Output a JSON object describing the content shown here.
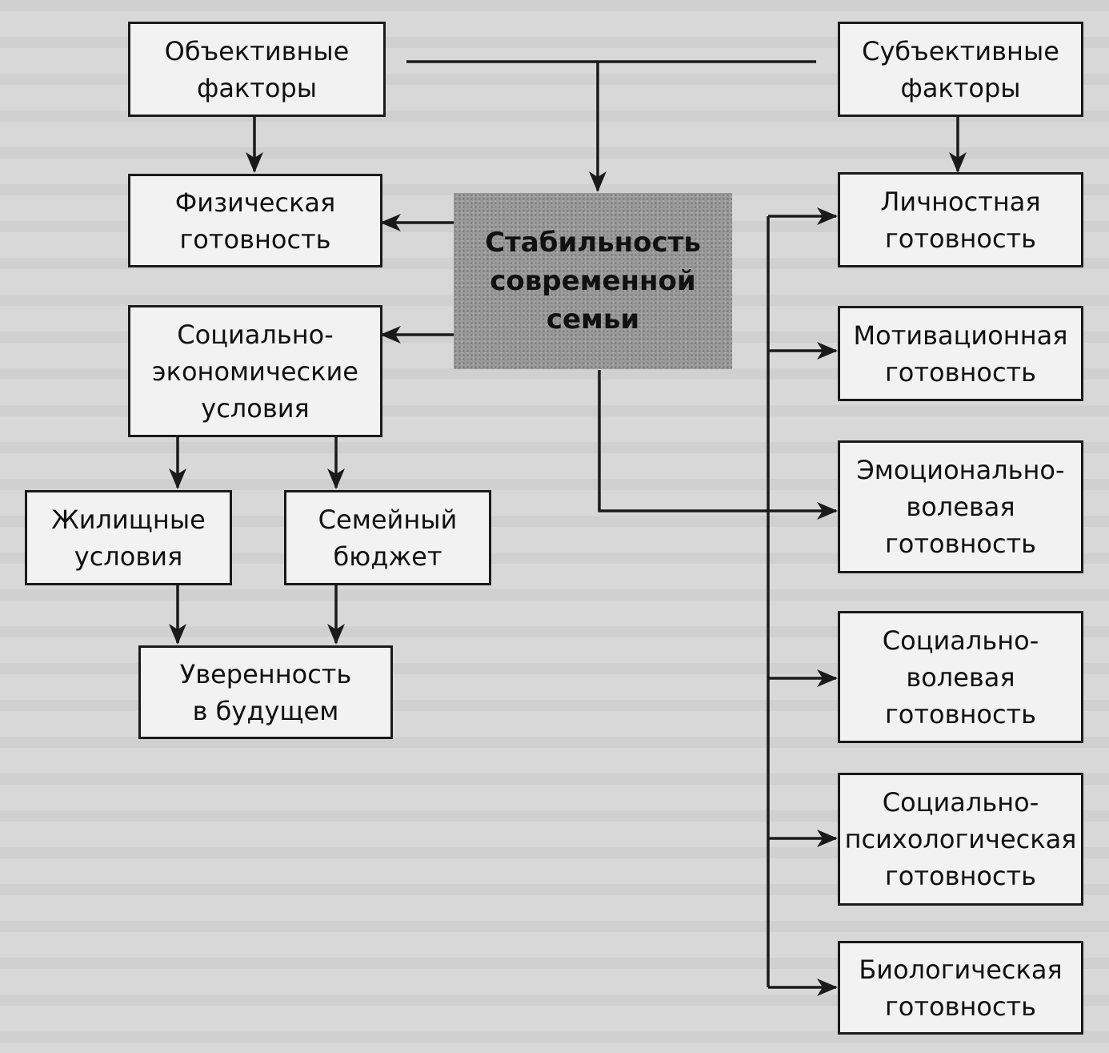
{
  "diagram": {
    "objective_factors": [
      "Объективные",
      "факторы"
    ],
    "subjective_factors": [
      "Субъективные",
      "факторы"
    ],
    "center": [
      "Стабильность",
      "современной",
      "семьи"
    ],
    "physical_readiness": [
      "Физическая",
      "готовность"
    ],
    "socio_economic": [
      "Социально-",
      "экономические",
      "условия"
    ],
    "housing": [
      "Жилищные",
      "условия"
    ],
    "budget": [
      "Семейный",
      "бюджет"
    ],
    "confidence": [
      "Уверенность",
      "в будущем"
    ],
    "personal": [
      "Личностная",
      "готовность"
    ],
    "motivational": [
      "Мотивационная",
      "готовность"
    ],
    "emotional_volitional": [
      "Эмоционально-",
      "волевая",
      "готовность"
    ],
    "social_volitional": [
      "Социально-",
      "волевая",
      "готовность"
    ],
    "socio_psychological": [
      "Социально-",
      "психологическая",
      "готовность"
    ],
    "biological": [
      "Биологическая",
      "готовность"
    ]
  }
}
